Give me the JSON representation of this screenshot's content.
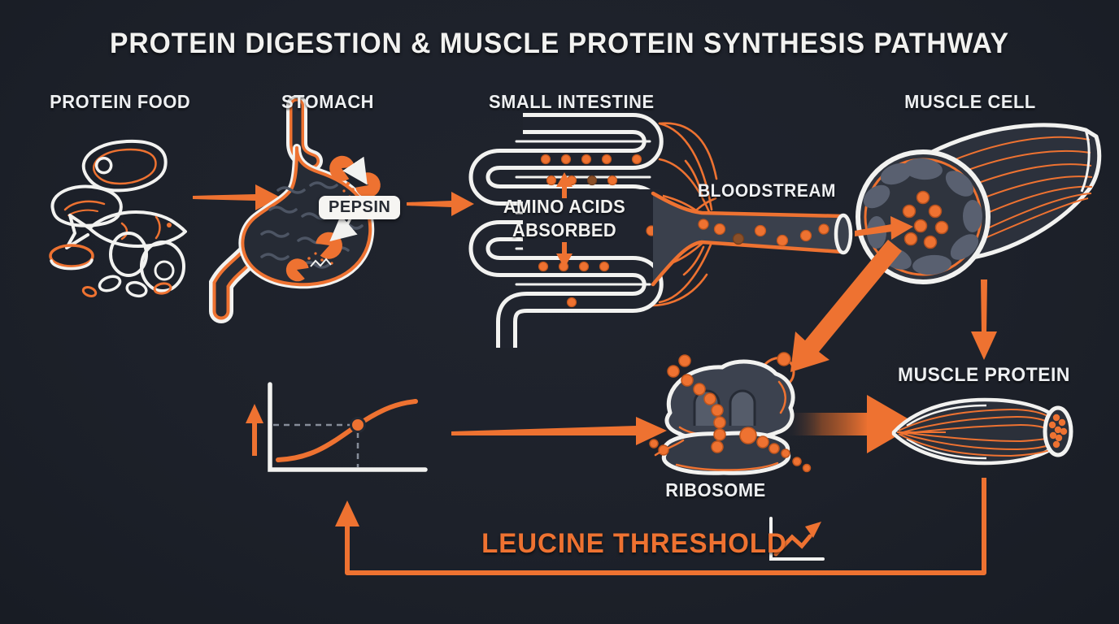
{
  "title": "PROTEIN DIGESTION & MUSCLE PROTEIN SYNTHESIS PATHWAY",
  "palette": {
    "background": "#1d212a",
    "accent_orange": "#ee7231",
    "line_white": "#f2f2f0",
    "muted_fill": "#3a404c"
  },
  "stages": {
    "protein_food": {
      "label": "PROTEIN FOOD"
    },
    "stomach": {
      "label": "STOMACH",
      "enzyme_badge": "PEPSIN"
    },
    "small_intestine": {
      "label": "SMALL INTESTINE",
      "annotation_line1": "AMINO ACIDS",
      "annotation_line2": "ABSORBED"
    },
    "bloodstream": {
      "label": "BLOODSTREAM"
    },
    "muscle_cell": {
      "label": "MUSCLE CELL"
    },
    "ribosome": {
      "label": "RIBOSOME"
    },
    "muscle_protein": {
      "label": "MUSCLE PROTEIN"
    },
    "feedback_loop": {
      "label": "LEUCINE THRESHOLD"
    }
  }
}
